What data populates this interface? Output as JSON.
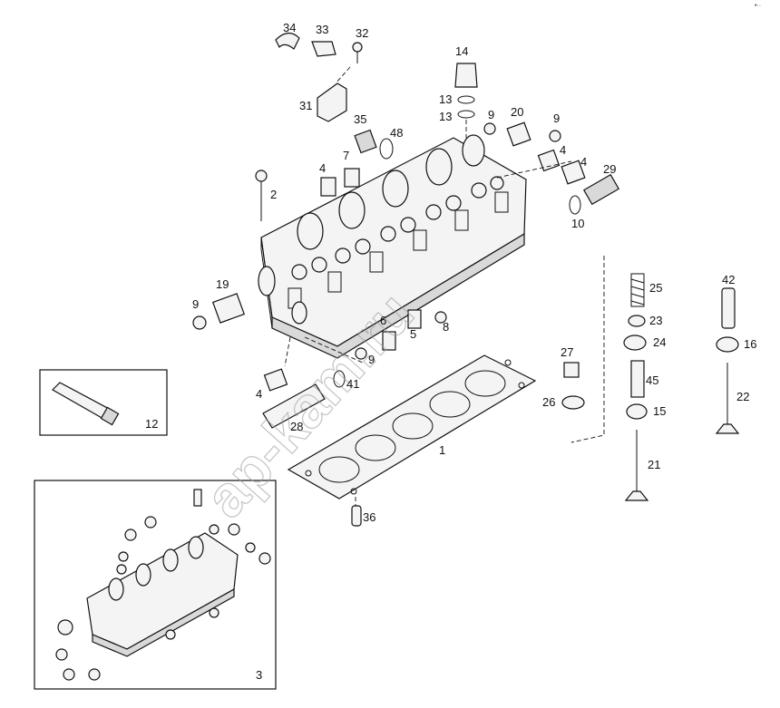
{
  "watermark": "ap-kam.ru",
  "corner_mark": "•··",
  "labels": {
    "l1": "1",
    "l2": "2",
    "l3": "3",
    "l4a": "4",
    "l4b": "4",
    "l4c": "4",
    "l4d": "4",
    "l5": "5",
    "l6": "6",
    "l7": "7",
    "l8": "8",
    "l9a": "9",
    "l9b": "9",
    "l9c": "9",
    "l9d": "9",
    "l10": "10",
    "l12": "12",
    "l13a": "13",
    "l13b": "13",
    "l14": "14",
    "l15": "15",
    "l16": "16",
    "l19": "19",
    "l20": "20",
    "l21": "21",
    "l22": "22",
    "l23": "23",
    "l24": "24",
    "l25": "25",
    "l26": "26",
    "l27": "27",
    "l28": "28",
    "l29": "29",
    "l31": "31",
    "l32": "32",
    "l33": "33",
    "l34": "34",
    "l35": "35",
    "l36": "36",
    "l41": "41",
    "l42": "42",
    "l45": "45",
    "l48": "48"
  }
}
